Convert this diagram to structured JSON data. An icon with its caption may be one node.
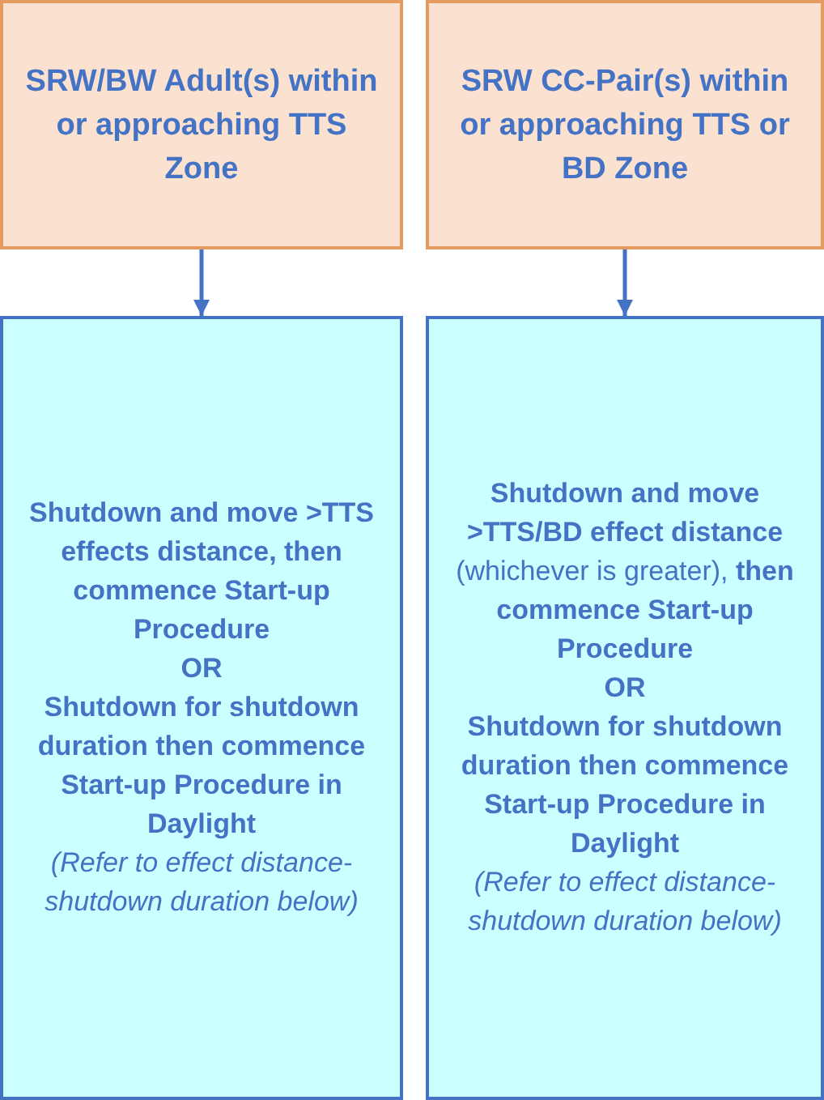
{
  "diagram": {
    "nodes": [
      {
        "text": [
          "SRW/BW Adult(s) within or approaching TTS Zone"
        ]
      },
      {
        "text": [
          "SRW CC-Pair(s) within or approaching TTS or BD Zone"
        ]
      },
      {
        "text": [
          "Shutdown and move >TTS effects distance, then commence Start-up Procedure",
          "OR",
          "Shutdown for shutdown duration then commence Start-up Procedure in Daylight",
          "(Refer to effect distance-shutdown duration below)"
        ]
      },
      {
        "text": [
          "**Shutdown and move >TTS/BD effect distance** (whichever is greater), **then commence Start-up Procedure**",
          "OR",
          "Shutdown for shutdown duration then commence Start-up Procedure in Daylight",
          "(Refer to effect distance-shutdown duration below)"
        ]
      }
    ],
    "edges": [
      {
        "from": 0,
        "to": 2,
        "arrow": "to"
      },
      {
        "from": 1,
        "to": 3,
        "arrow": "to"
      }
    ]
  }
}
